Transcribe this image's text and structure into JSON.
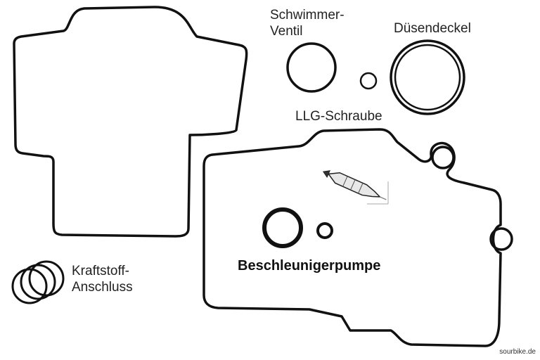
{
  "labels": {
    "schwimmer_ventil_1": "Schwimmer-",
    "schwimmer_ventil_2": "Ventil",
    "duesendeckel": "Düsendeckel",
    "llg_schraube": "LLG-Schraube",
    "beschleunigerpumpe": "Beschleunigerpumpe",
    "kraftstoff_1": "Kraftstoff-",
    "kraftstoff_2": "Anschluss"
  },
  "watermark": "sourbike.de",
  "colors": {
    "stroke": "#111111",
    "background": "#ffffff"
  }
}
